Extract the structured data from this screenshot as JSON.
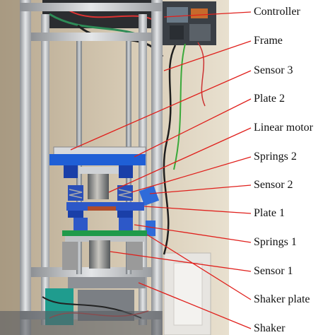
{
  "labels": [
    {
      "id": "controller",
      "text": "Controller"
    },
    {
      "id": "frame",
      "text": "Frame"
    },
    {
      "id": "sensor3",
      "text": "Sensor 3"
    },
    {
      "id": "plate2",
      "text": "Plate 2"
    },
    {
      "id": "linear-motor",
      "text": "Linear motor"
    },
    {
      "id": "springs2",
      "text": "Springs 2"
    },
    {
      "id": "sensor2",
      "text": "Sensor 2"
    },
    {
      "id": "plate1",
      "text": "Plate 1"
    },
    {
      "id": "springs1",
      "text": "Springs 1"
    },
    {
      "id": "sensor1",
      "text": "Sensor 1"
    },
    {
      "id": "shaker-plate",
      "text": "Shaker plate"
    },
    {
      "id": "shaker",
      "text": "Shaker"
    }
  ],
  "colors": {
    "leader_line": "#e0201c",
    "frame": "#b9bcbf",
    "plate_blue": "#1f5fd6",
    "plate_green": "#1f9a4a"
  }
}
